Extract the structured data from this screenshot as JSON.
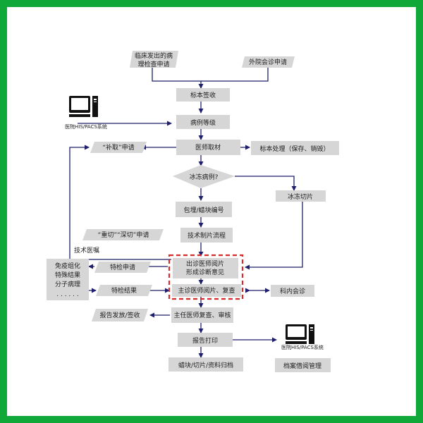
{
  "nodes": {
    "clinic_request": [
      "临床发出的病",
      "理检查申请"
    ],
    "external_consult": "外院会诊申请",
    "specimen_receipt": "标本签收",
    "case_registration": "病例等级",
    "grossing": "医师取材",
    "specimen_handling": "标本处理（保存、销毁）",
    "supplement_request": "“补取”申请",
    "frozen_question": "冰冻病例?",
    "frozen_section": "冰冻切片",
    "embedding": "包埋/蜡块编号",
    "slide_workflow": "技术制片流程",
    "recut_request": "“重切”“深切”申请",
    "technical_order": "技术医嘱",
    "resident_review": [
      "出诊医师阅片",
      "形成诊断意见"
    ],
    "attending_review": "主诊医师阅片、复查",
    "dept_consult": "科内会诊",
    "special_request": "特检申请",
    "special_results": "特检结果",
    "special_tests": [
      "免疫组化",
      "特殊结果",
      "分子病理",
      ". . . . . ."
    ],
    "report_issue": "报告发放/签收",
    "chief_review": "主任医师复查、审核",
    "report_print": "报告打印",
    "archive": "蜡块/切片/资料归档",
    "archive_mgmt": "档案借阅管理"
  },
  "his_labels": {
    "top": "医院HIS/PACS系统",
    "bottom": "医院HIS/PACS系统"
  },
  "colors": {
    "node_fill": "#d6d6d6",
    "arrow": "#1f1f6b",
    "highlight": "#d62b2b",
    "border": "#11a83a"
  }
}
